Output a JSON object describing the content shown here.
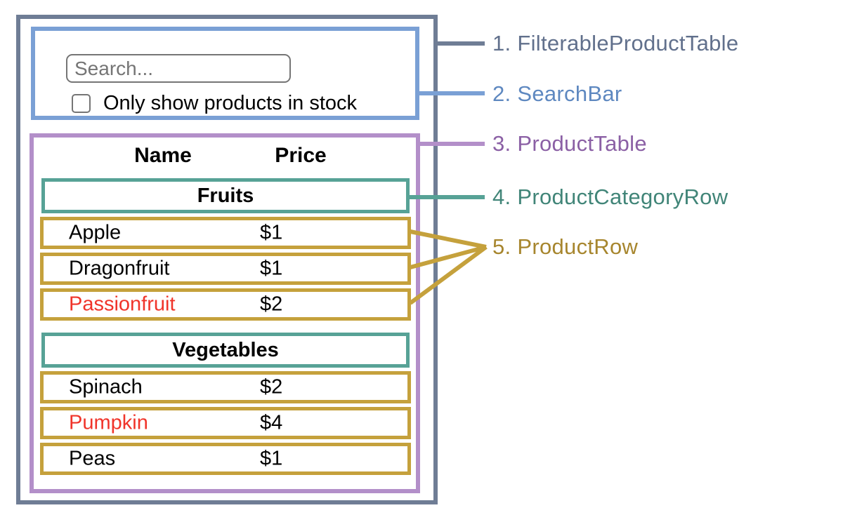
{
  "search": {
    "placeholder": "Search...",
    "checkbox_label": "Only show products in stock",
    "checkbox_checked": false
  },
  "table": {
    "headers": [
      "Name",
      "Price"
    ],
    "categories": [
      {
        "name": "Fruits",
        "products": [
          {
            "name": "Apple",
            "price": "$1",
            "out_of_stock": false
          },
          {
            "name": "Dragonfruit",
            "price": "$1",
            "out_of_stock": false
          },
          {
            "name": "Passionfruit",
            "price": "$2",
            "out_of_stock": true
          }
        ]
      },
      {
        "name": "Vegetables",
        "products": [
          {
            "name": "Spinach",
            "price": "$2",
            "out_of_stock": false
          },
          {
            "name": "Pumpkin",
            "price": "$4",
            "out_of_stock": true
          },
          {
            "name": "Peas",
            "price": "$1",
            "out_of_stock": false
          }
        ]
      }
    ]
  },
  "legend": {
    "items": [
      {
        "label": "1. FilterableProductTable",
        "color": "#61708c"
      },
      {
        "label": "2. SearchBar",
        "color": "#5e88c0"
      },
      {
        "label": "3. ProductTable",
        "color": "#8b60a5"
      },
      {
        "label": "4. ProductCategoryRow",
        "color": "#418578"
      },
      {
        "label": "5. ProductRow",
        "color": "#a7862e"
      }
    ]
  },
  "colors": {
    "filterable_product_table_border": "#6f7d95",
    "search_bar_border": "#7aa0d5",
    "product_table_border": "#b38fc9",
    "category_row_border": "#57a296",
    "product_row_border": "#c5a13c",
    "out_of_stock_text": "#f0342a"
  }
}
